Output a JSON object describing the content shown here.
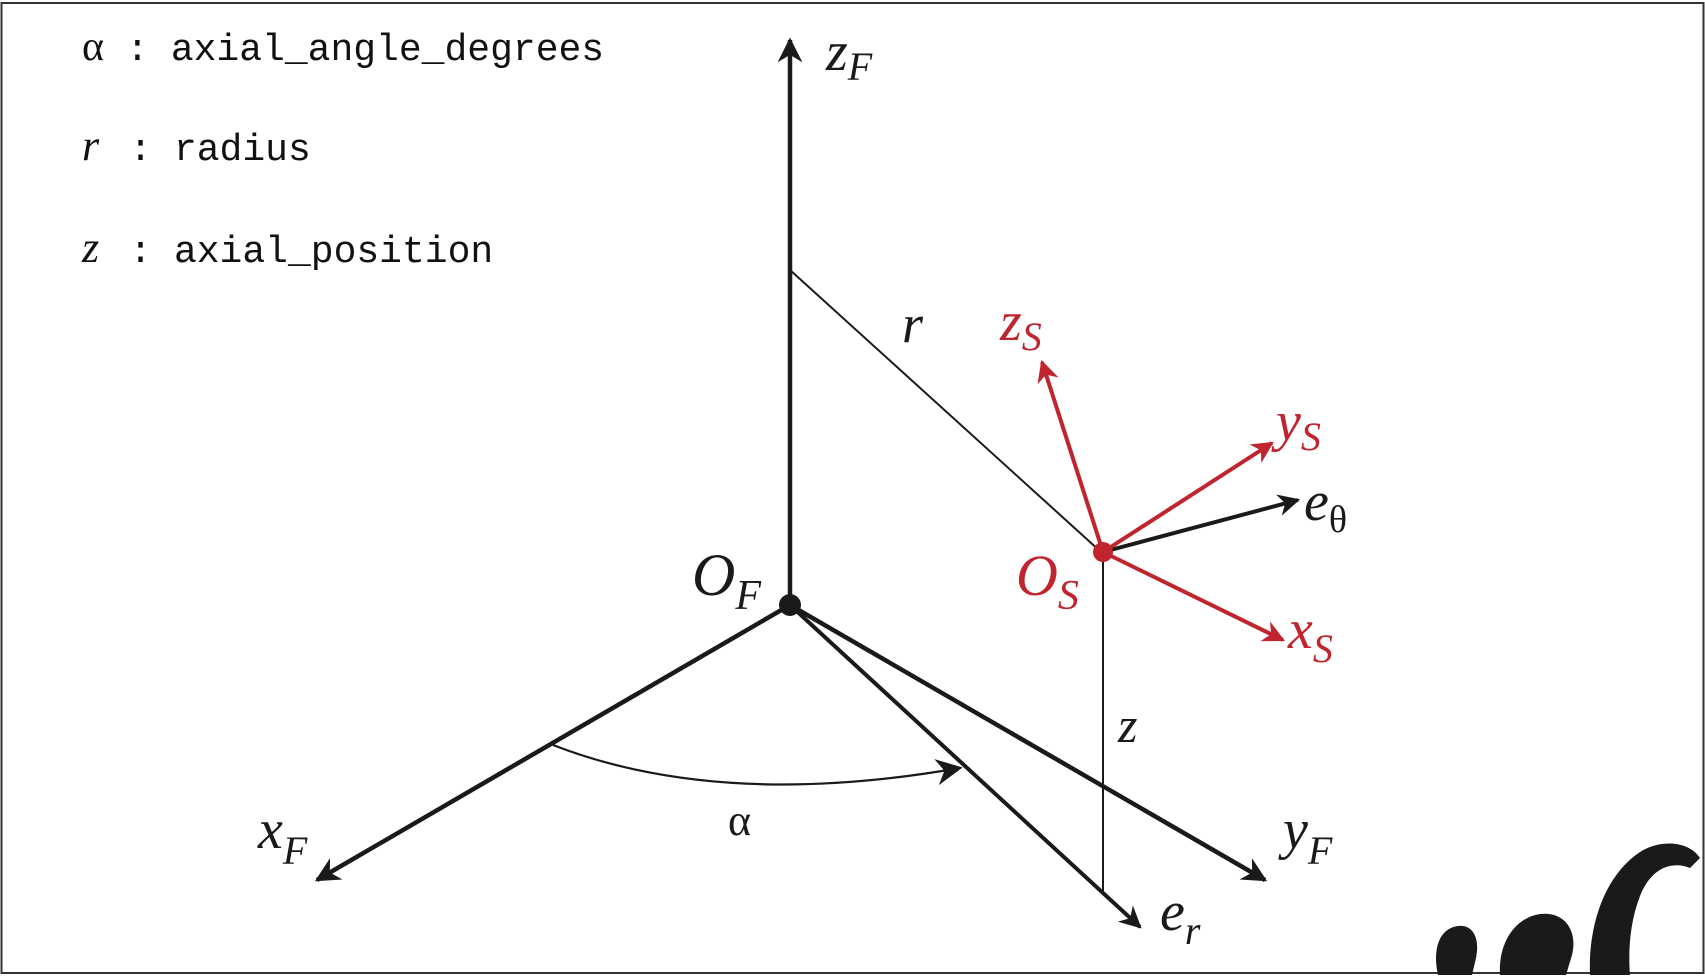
{
  "legend": {
    "alpha": {
      "symbol": "α",
      "sep": ":",
      "name": "axial_angle_degrees"
    },
    "r": {
      "symbol": "r",
      "sep": ":",
      "name": "radius"
    },
    "z": {
      "symbol": "z",
      "sep": ":",
      "name": "axial_position"
    }
  },
  "frame_F": {
    "origin": {
      "base": "O",
      "sub": "F"
    },
    "x_axis": {
      "base": "x",
      "sub": "F"
    },
    "y_axis": {
      "base": "y",
      "sub": "F"
    },
    "z_axis": {
      "base": "z",
      "sub": "F"
    },
    "e_r": {
      "base": "e",
      "sub": "r"
    },
    "alpha_label": "α",
    "r_label": "r",
    "z_label": "z"
  },
  "frame_S": {
    "origin": {
      "base": "O",
      "sub": "S"
    },
    "x_axis": {
      "base": "x",
      "sub": "S"
    },
    "y_axis": {
      "base": "y",
      "sub": "S"
    },
    "z_axis": {
      "base": "z",
      "sub": "S"
    },
    "e_theta": {
      "base": "e",
      "sub": "θ"
    }
  },
  "colors": {
    "frame_F": "#1a1a1a",
    "frame_S": "#c0242e",
    "border": "#333333"
  }
}
